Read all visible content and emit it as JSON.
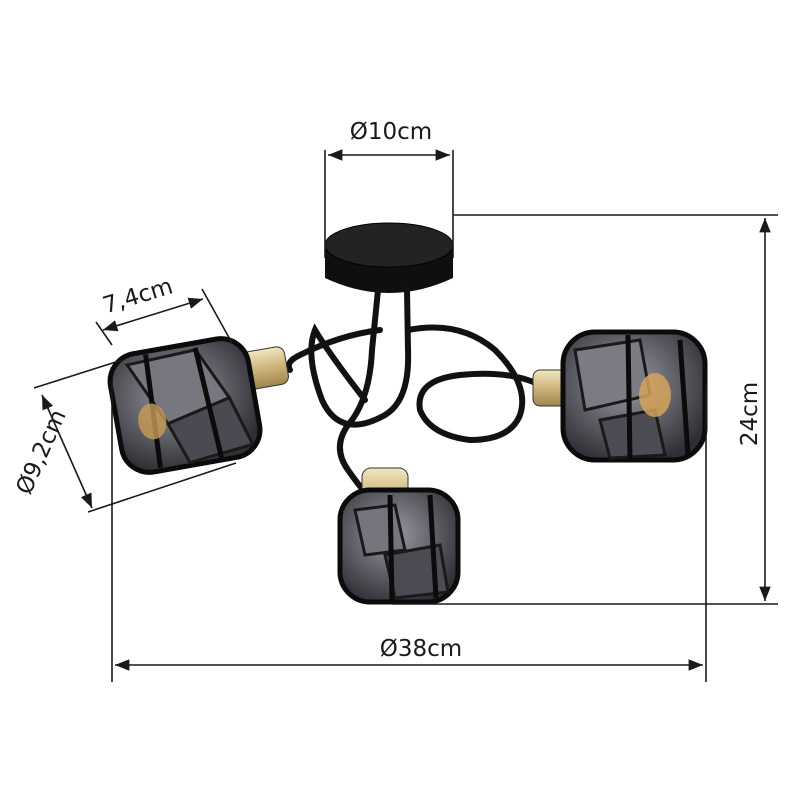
{
  "dimensions": {
    "canopy_diameter": "Ø10cm",
    "shade_length": "7,4cm",
    "shade_diameter": "Ø9,2cm",
    "height": "24cm",
    "overall_diameter": "Ø38cm"
  },
  "colors": {
    "line": "#1a1a1a",
    "metal_black": "#111111",
    "brass": "#c8b27a",
    "smoke_glass": "#5a5a62"
  }
}
